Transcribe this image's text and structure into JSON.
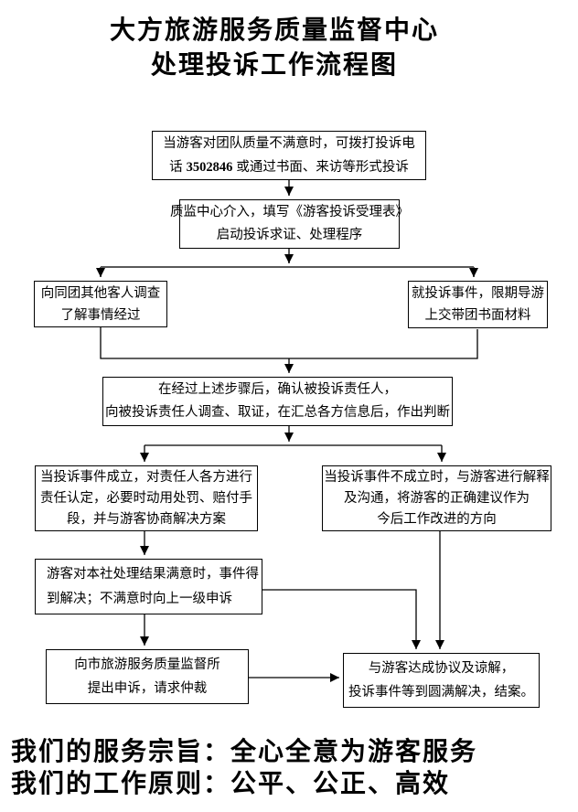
{
  "title": {
    "line1": "大方旅游服务质量监督中心",
    "line2": "处理投诉工作流程图"
  },
  "flowchart": {
    "box_intake": {
      "line1": "当游客对团队质量不满意时，可拨打投诉电",
      "phone_prefix": "话 ",
      "phone_number": "3502846",
      "phone_suffix": " 或通过书面、来访等形式投诉"
    },
    "box_intervene": {
      "line1": "质监中心介入，填写《游客投诉受理表》",
      "line2": "启动投诉求证、处理程序"
    },
    "box_survey": {
      "line1": "向同团其他客人调查",
      "line2": "了解事情经过"
    },
    "box_materials": {
      "line1": "就投诉事件，限期导游",
      "line2": "上交带团书面材料"
    },
    "box_judge": {
      "line1": "在经过上述步骤后，确认被投诉责任人，",
      "line2": "向被投诉责任人调查、取证，在汇总各方信息后，作出判断"
    },
    "box_established": {
      "line1": "当投诉事件成立，对责任人各方进行",
      "line2": "责任认定，必要时动用处罚、赔付手",
      "line3": "段，并与游客协商解决方案"
    },
    "box_not_established": {
      "line1": "当投诉事件不成立时，与游客进行解释",
      "line2": "及沟通，将游客的正确建议作为",
      "line3": "今后工作改进的方向"
    },
    "box_satisfaction": {
      "line1": "游客对本社处理结果满意时，事件得",
      "line2": "到解决；不满意时向上一级申诉"
    },
    "box_appeal": {
      "line1": "向市旅游服务质量监督所",
      "line2": "提出申诉，请求仲裁"
    },
    "box_settled": {
      "line1": "与游客达成协议及谅解，",
      "line2": "投诉事件等到圆满解决，结案。"
    }
  },
  "footer": {
    "line1": "我们的服务宗旨：全心全意为游客服务",
    "line2": "我们的工作原则：公平、公正、高效"
  },
  "colors": {
    "text": "#000000",
    "box_border": "#000000",
    "connector_top": "#595959",
    "connector": "#000000",
    "background": "#ffffff"
  }
}
